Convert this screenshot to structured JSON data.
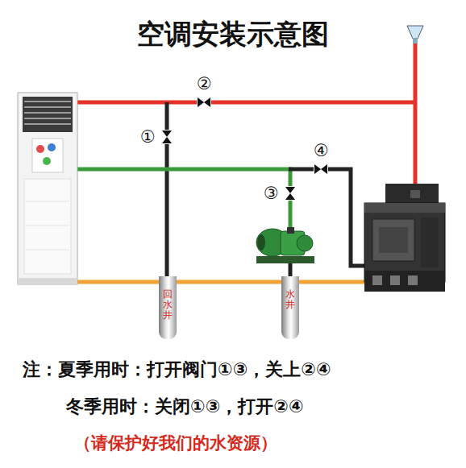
{
  "diagram": {
    "title": "空调安装示意图",
    "nodes": [
      {
        "text": [
          "回水井"
        ]
      },
      {
        "text": [
          "水井"
        ]
      }
    ],
    "labels": [
      "②",
      "①",
      "④",
      "③",
      "注：夏季用时：打开阀门①③，关上②④",
      "冬季用时：关闭①③，打开②④",
      "（请保护好我们的水资源）"
    ]
  }
}
